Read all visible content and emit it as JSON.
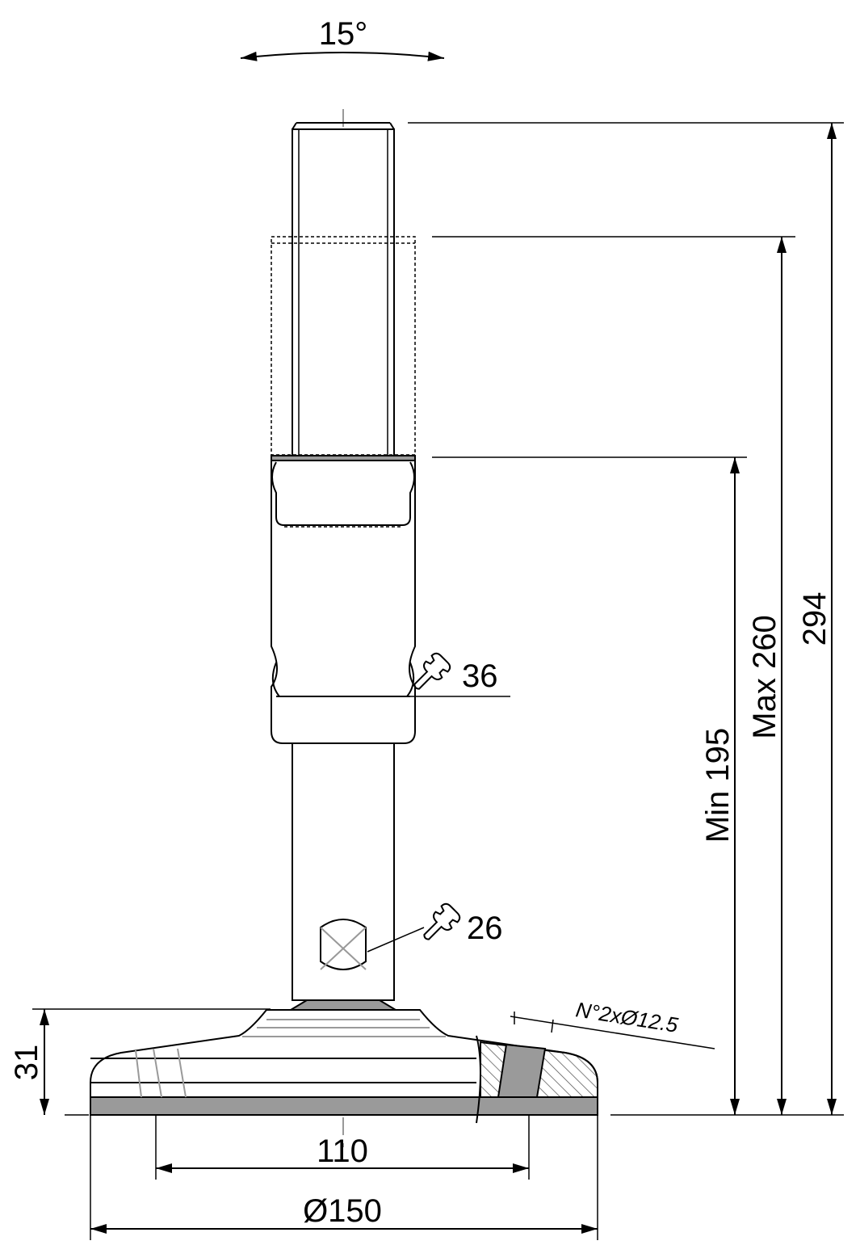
{
  "dimensions": {
    "angle": "15°",
    "total_height": "294",
    "max_height": "Max 260",
    "min_height": "Min 195",
    "wrench_upper": "36",
    "wrench_lower": "26",
    "base_height": "31",
    "bolt_spacing": "110",
    "base_diameter": "Ø150",
    "holes_note": "N°2xØ12.5"
  },
  "colors": {
    "line": "#000000",
    "shade": "#9a9a9a",
    "centerline": "#999999"
  },
  "icons": [
    "wrench-icon",
    "wrench-icon"
  ]
}
